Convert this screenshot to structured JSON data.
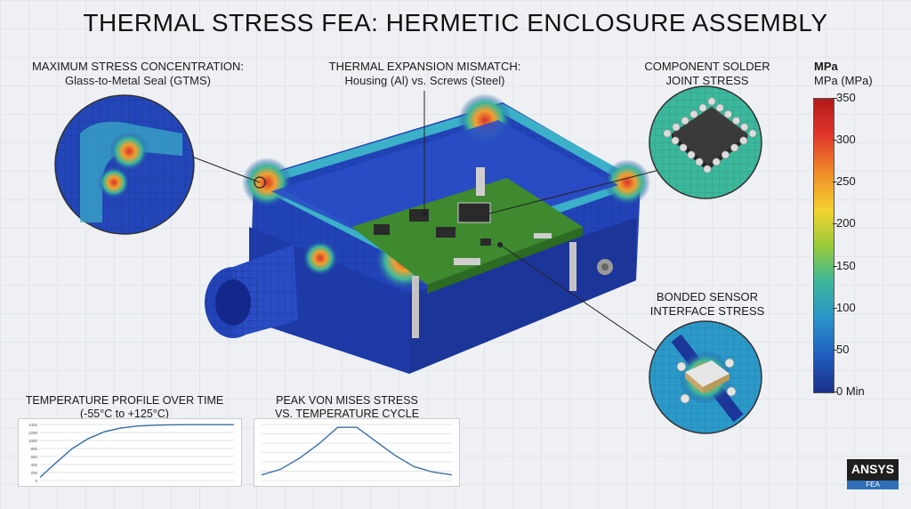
{
  "title": "THERMAL STRESS FEA: HERMETIC ENCLOSURE ASSEMBLY",
  "callouts": {
    "gtms": {
      "line1": "MAXIMUM STRESS CONCENTRATION:",
      "line2": "Glass-to-Metal Seal (GTMS)"
    },
    "mismatch": {
      "line1": "THERMAL EXPANSION MISMATCH:",
      "line2": "Housing (Al) vs. Screws (Steel)"
    },
    "solder": {
      "line1": "COMPONENT SOLDER",
      "line2": "JOINT STRESS"
    },
    "sensor": {
      "line1": "BONDED SENSOR",
      "line2": "INTERFACE STRESS"
    }
  },
  "legend": {
    "unit": "MPa",
    "subtitle": "MPa (MPa)",
    "ticks": [
      "350",
      "300",
      "250",
      "200",
      "150",
      "100",
      "50",
      "0 Min"
    ],
    "colors": {
      "max": "#b11a1a",
      "mid": "#9acb3a",
      "min": "#1c2f8a"
    }
  },
  "temp_chart": {
    "title_line1": "TEMPERATURE PROFILE OVER TIME",
    "title_line2": "(-55°C to +125°C)",
    "y_ticks": [
      "1400",
      "1200",
      "1000",
      "800",
      "600",
      "400",
      "200",
      "0"
    ]
  },
  "stress_chart": {
    "title_line1": "PEAK VON MISES STRESS",
    "title_line2": "VS. TEMPERATURE CYCLE"
  },
  "logo": {
    "brand": "ANSYS",
    "sub": "FEA"
  },
  "chart_data": [
    {
      "type": "line",
      "title": "TEMPERATURE PROFILE OVER TIME",
      "subtitle": "(-55°C to +125°C)",
      "x": [
        0,
        1,
        2,
        3,
        4,
        5,
        6,
        7,
        8,
        9,
        10,
        11,
        12
      ],
      "y": [
        80,
        450,
        800,
        1050,
        1220,
        1310,
        1360,
        1380,
        1390,
        1395,
        1395,
        1395,
        1395
      ],
      "ylim": [
        0,
        1400
      ]
    },
    {
      "type": "line",
      "title": "PEAK VON MISES STRESS",
      "subtitle": "VS. TEMPERATURE CYCLE",
      "x": [
        0,
        1,
        2,
        3,
        4,
        5,
        6,
        7,
        8,
        9,
        10
      ],
      "y": [
        10,
        20,
        40,
        65,
        95,
        95,
        70,
        45,
        25,
        15,
        10
      ],
      "ylim": [
        0,
        100
      ]
    }
  ]
}
